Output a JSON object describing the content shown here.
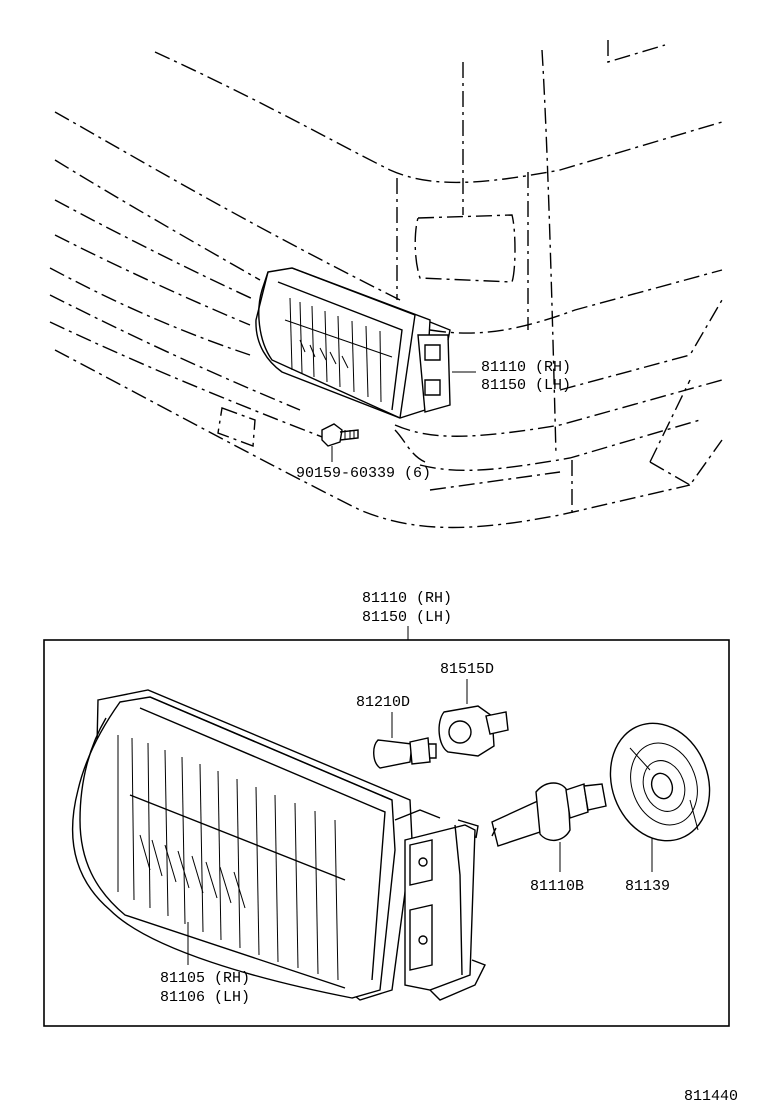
{
  "diagram": {
    "top_view": {
      "headlamp_label_line1": "81110 (RH)",
      "headlamp_label_line2": "81150 (LH)",
      "screw_label": "90159-60339 (6)"
    },
    "detail_box": {
      "header_line1": "81110 (RH)",
      "header_line2": "81150 (LH)",
      "parts": {
        "bulb_small": "81210D",
        "socket_small": "81515D",
        "bulb_main": "81110B",
        "cover": "81139",
        "lens_line1": "81105 (RH)",
        "lens_line2": "81106 (LH)"
      }
    },
    "figure_number": "811440"
  }
}
